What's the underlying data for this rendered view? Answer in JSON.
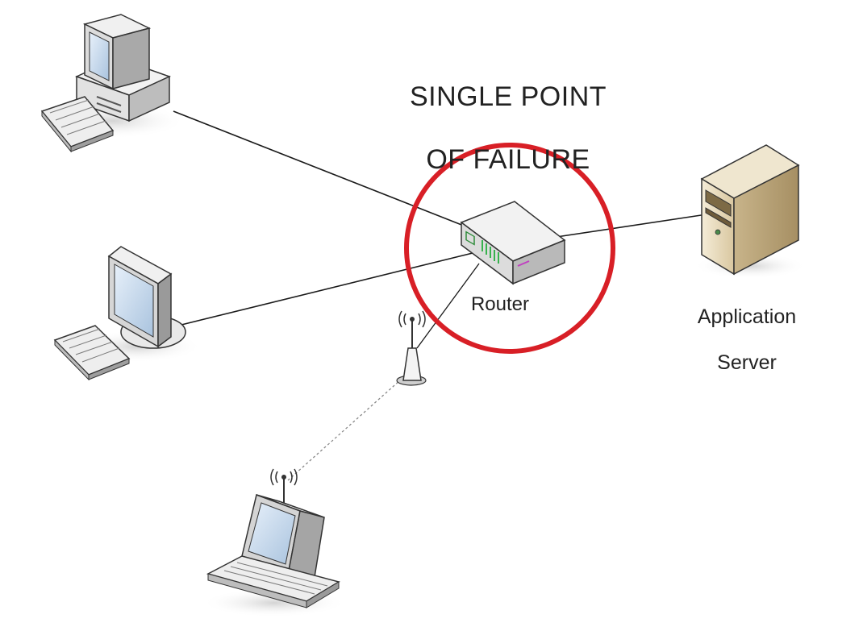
{
  "title_line1": "SINGLE POINT",
  "title_line2": "OF FAILURE",
  "router_label": "Router",
  "server_label_line1": "Application",
  "server_label_line2": "Server",
  "colors": {
    "highlight_circle": "#d81f26",
    "link_line": "#1a1a1a",
    "wireless_link": "#888888",
    "server_body": "#e8dcc0",
    "device_body": "#e6e6e6",
    "screen": "#c9dcef"
  },
  "icons": [
    "desktop-computer-icon",
    "monitor-computer-icon",
    "laptop-icon",
    "wireless-access-point-icon",
    "router-icon",
    "server-tower-icon"
  ]
}
